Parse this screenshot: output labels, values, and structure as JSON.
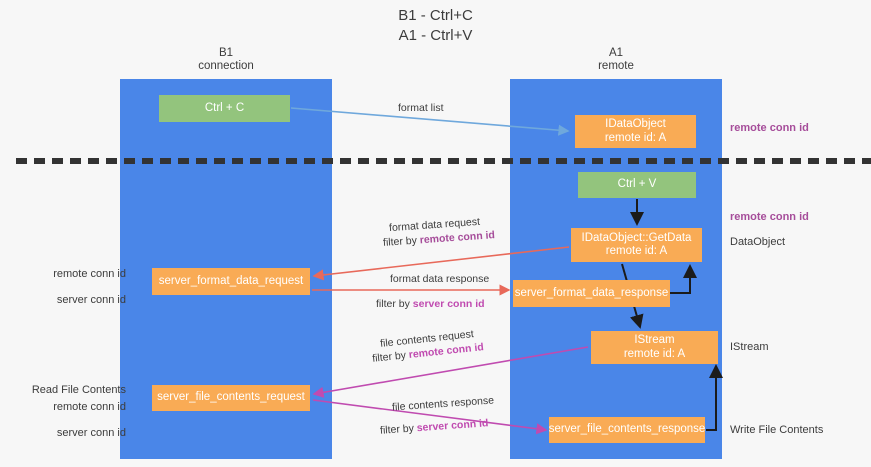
{
  "title": "B1 - Ctrl+C\nA1 - Ctrl+V",
  "lanes": [
    {
      "name": "b1",
      "header": "B1\nconnection"
    },
    {
      "name": "a1",
      "header": "A1\nremote"
    }
  ],
  "nodes": {
    "ctrl_c": "Ctrl + C",
    "data_object": "\u0001\u0002\u0003IDataObject\nremote id: A",
    "ctrl_v": "Ctrl + V",
    "get_data": "IDataObject::GetData\nremote id: A",
    "server_format_data_request": "server_format_data_request",
    "server_format_data_response": "server_format_data_response",
    "istream": "IStream\nremote id: A",
    "server_file_contents_request": "server_file_contents_request",
    "server_file_contents_response": "server_file_contents_response"
  },
  "edge_labels": {
    "format_list": "format list",
    "format_data_request": "format data request",
    "format_data_request_filter_prefix": "filter by ",
    "format_data_request_filter_key": "remote conn id",
    "format_data_response": "format data response",
    "format_data_response_filter_prefix": "filter by ",
    "format_data_response_filter_key": "server conn id",
    "file_contents_request": "file contents request",
    "file_contents_request_filter_prefix": "filter by ",
    "file_contents_request_filter_key": "remote conn id",
    "file_contents_response": "file contents response",
    "file_contents_response_filter_prefix": "filter by ",
    "file_contents_response_filter_key": "server conn id"
  },
  "annotations": {
    "right_remote_conn_id_top": "remote conn id",
    "right_remote_conn_id_mid": "remote conn id",
    "right_dataobject": "DataObject",
    "right_istream": "IStream",
    "right_write_file_contents": "Write File Contents",
    "left_remote_conn_id": "remote conn id",
    "left_server_conn_id": "server conn id",
    "left_read_file_contents": "Read File Contents",
    "left_remote_conn_id_2": "remote conn id",
    "left_server_conn_id_2": "server conn id"
  },
  "colors": {
    "lane": "#4a86e8",
    "green_node": "#93c47d",
    "orange_node": "#f9ab55",
    "purple": "#a64d9a",
    "green_text": "#6aa84f",
    "pink": "#c04bb0",
    "red_arrow": "#e8695a",
    "blue_arrow": "#6fa8dc",
    "background": "#f7f7f7"
  }
}
